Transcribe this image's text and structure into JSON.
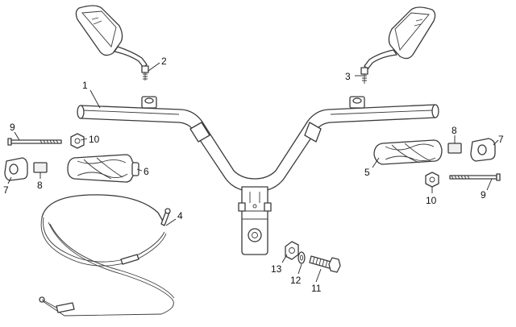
{
  "callouts": {
    "c1": "1",
    "c2": "2",
    "c3": "3",
    "c4": "4",
    "c5": "5",
    "c6": "6",
    "c7_left": "7",
    "c7_right": "7",
    "c8_left": "8",
    "c8_right": "8",
    "c9_left": "9",
    "c9_right": "9",
    "c10_left": "10",
    "c10_right": "10",
    "c11": "11",
    "c12": "12",
    "c13": "13"
  },
  "colors": {
    "line": "#3a3a3a",
    "background": "#ffffff"
  }
}
